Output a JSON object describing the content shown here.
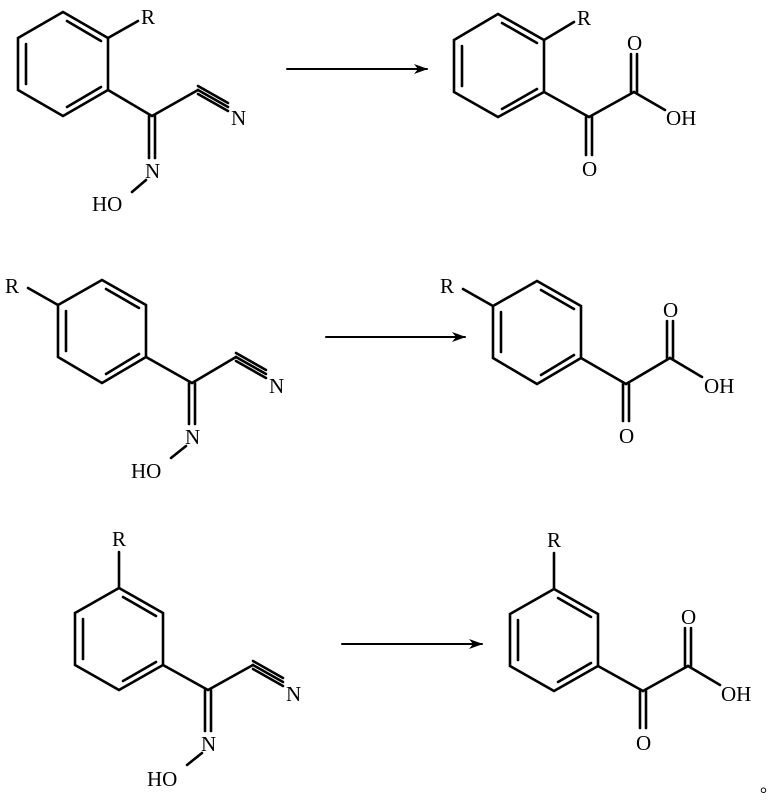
{
  "figure": {
    "type": "reaction scheme",
    "description": "Conversion of 2-(hydroxyimino)-2-arylacetonitriles to aryl glyoxylic (2-oxo-2-arylacetic) acids for ortho, para and meta substituted rings",
    "colors": {
      "ink": "#000000",
      "background": "#ffffff"
    },
    "terminal_mark": "。"
  },
  "reactions": [
    {
      "position": "ortho",
      "reactant": {
        "substituent": "R",
        "nitrile_N": "N",
        "oxime_N": "N",
        "hydroxyl": "HO"
      },
      "arrow": "→",
      "product": {
        "substituent": "R",
        "acid_O": "O",
        "hydroxyl": "OH",
        "keto_O": "O"
      }
    },
    {
      "position": "para",
      "reactant": {
        "substituent": "R",
        "nitrile_N": "N",
        "oxime_N": "N",
        "hydroxyl": "HO"
      },
      "arrow": "→",
      "product": {
        "substituent": "R",
        "acid_O": "O",
        "hydroxyl": "OH",
        "keto_O": "O"
      }
    },
    {
      "position": "meta",
      "reactant": {
        "substituent": "R",
        "nitrile_N": "N",
        "oxime_N": "N",
        "hydroxyl": "HO"
      },
      "arrow": "→",
      "product": {
        "substituent": "R",
        "acid_O": "O",
        "hydroxyl": "OH",
        "keto_O": "O"
      }
    }
  ]
}
